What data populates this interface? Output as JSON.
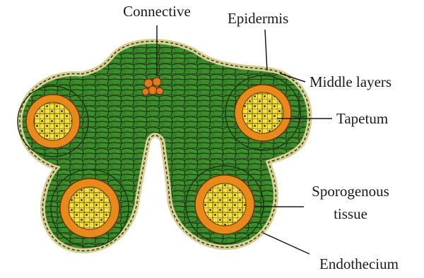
{
  "labels": {
    "connective": "Connective",
    "epidermis": "Epidermis",
    "middle_layers": "Middle layers",
    "tapetum": "Tapetum",
    "sporogenous_line1": "Sporogenous",
    "sporogenous_line2": "tissue",
    "endothecium": "Endothecium"
  },
  "colors": {
    "tissue_green": "#3c8c2c",
    "cell_wall": "#1d3a12",
    "epidermis_cell": "#efe6b0",
    "tapetum_orange": "#e88a1a",
    "sporogenous_yellow": "#f4e23c",
    "connective_orange": "#e3781c"
  }
}
